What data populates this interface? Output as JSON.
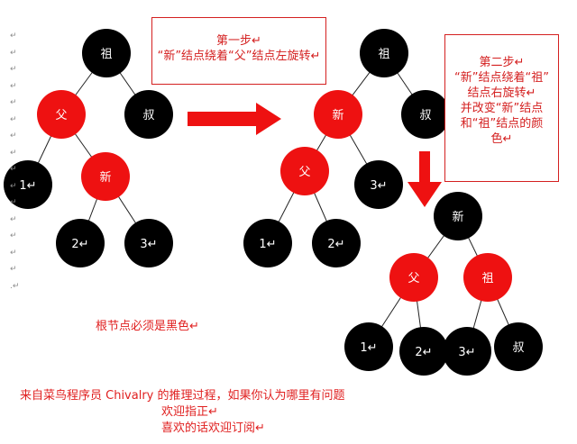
{
  "colors": {
    "black_node": "#000000",
    "red_node": "#ee1111",
    "edge": "#222222",
    "arrow": "#ee1111",
    "text_red": "#e02020",
    "box_border": "#d42020"
  },
  "markers": [
    "↵",
    "↵",
    "↵",
    "↵",
    "↵",
    "↵",
    "↵",
    "↵",
    "↵",
    "↵",
    "↵",
    "↵",
    "↵",
    "↵",
    "↵",
    ".↵"
  ],
  "step1": {
    "title": "第一步↵",
    "desc": "“新”结点绕着“父”结点左旋转↵"
  },
  "step2": {
    "title": "第二步↵",
    "lines": [
      "“新”结点绕着“祖”",
      "结点右旋转↵",
      "并改变“新”结点",
      "和“祖”结点的颜",
      "色↵"
    ]
  },
  "notes": {
    "root_black": "根节点必须是黑色↵",
    "credit_line1": "来自菜鸟程序员 Chivalry 的推理过程，如果你认为哪里有问题",
    "credit_line2": "欢迎指正↵",
    "credit_line3": "喜欢的话欢迎订阅↵"
  },
  "trees": [
    {
      "nodes": [
        {
          "id": "t1-zu",
          "label": "祖",
          "color": "black"
        },
        {
          "id": "t1-fu",
          "label": "父",
          "color": "red"
        },
        {
          "id": "t1-shu",
          "label": "叔",
          "color": "black"
        },
        {
          "id": "t1-1",
          "label": "1↵",
          "color": "black"
        },
        {
          "id": "t1-xin",
          "label": "新",
          "color": "red"
        },
        {
          "id": "t1-2",
          "label": "2↵",
          "color": "black"
        },
        {
          "id": "t1-3",
          "label": "3↵",
          "color": "black"
        }
      ]
    },
    {
      "nodes": [
        {
          "id": "t2-zu",
          "label": "祖",
          "color": "black"
        },
        {
          "id": "t2-xin",
          "label": "新",
          "color": "red"
        },
        {
          "id": "t2-shu",
          "label": "叔",
          "color": "black"
        },
        {
          "id": "t2-fu",
          "label": "父",
          "color": "red"
        },
        {
          "id": "t2-3",
          "label": "3↵",
          "color": "black"
        },
        {
          "id": "t2-1",
          "label": "1↵",
          "color": "black"
        },
        {
          "id": "t2-2",
          "label": "2↵",
          "color": "black"
        }
      ]
    },
    {
      "nodes": [
        {
          "id": "t3-xin",
          "label": "新",
          "color": "black"
        },
        {
          "id": "t3-fu",
          "label": "父",
          "color": "red"
        },
        {
          "id": "t3-zu",
          "label": "祖",
          "color": "red"
        },
        {
          "id": "t3-1",
          "label": "1↵",
          "color": "black"
        },
        {
          "id": "t3-2",
          "label": "2↵",
          "color": "black"
        },
        {
          "id": "t3-3",
          "label": "3↵",
          "color": "black"
        },
        {
          "id": "t3-shu",
          "label": "叔",
          "color": "black"
        }
      ]
    }
  ]
}
